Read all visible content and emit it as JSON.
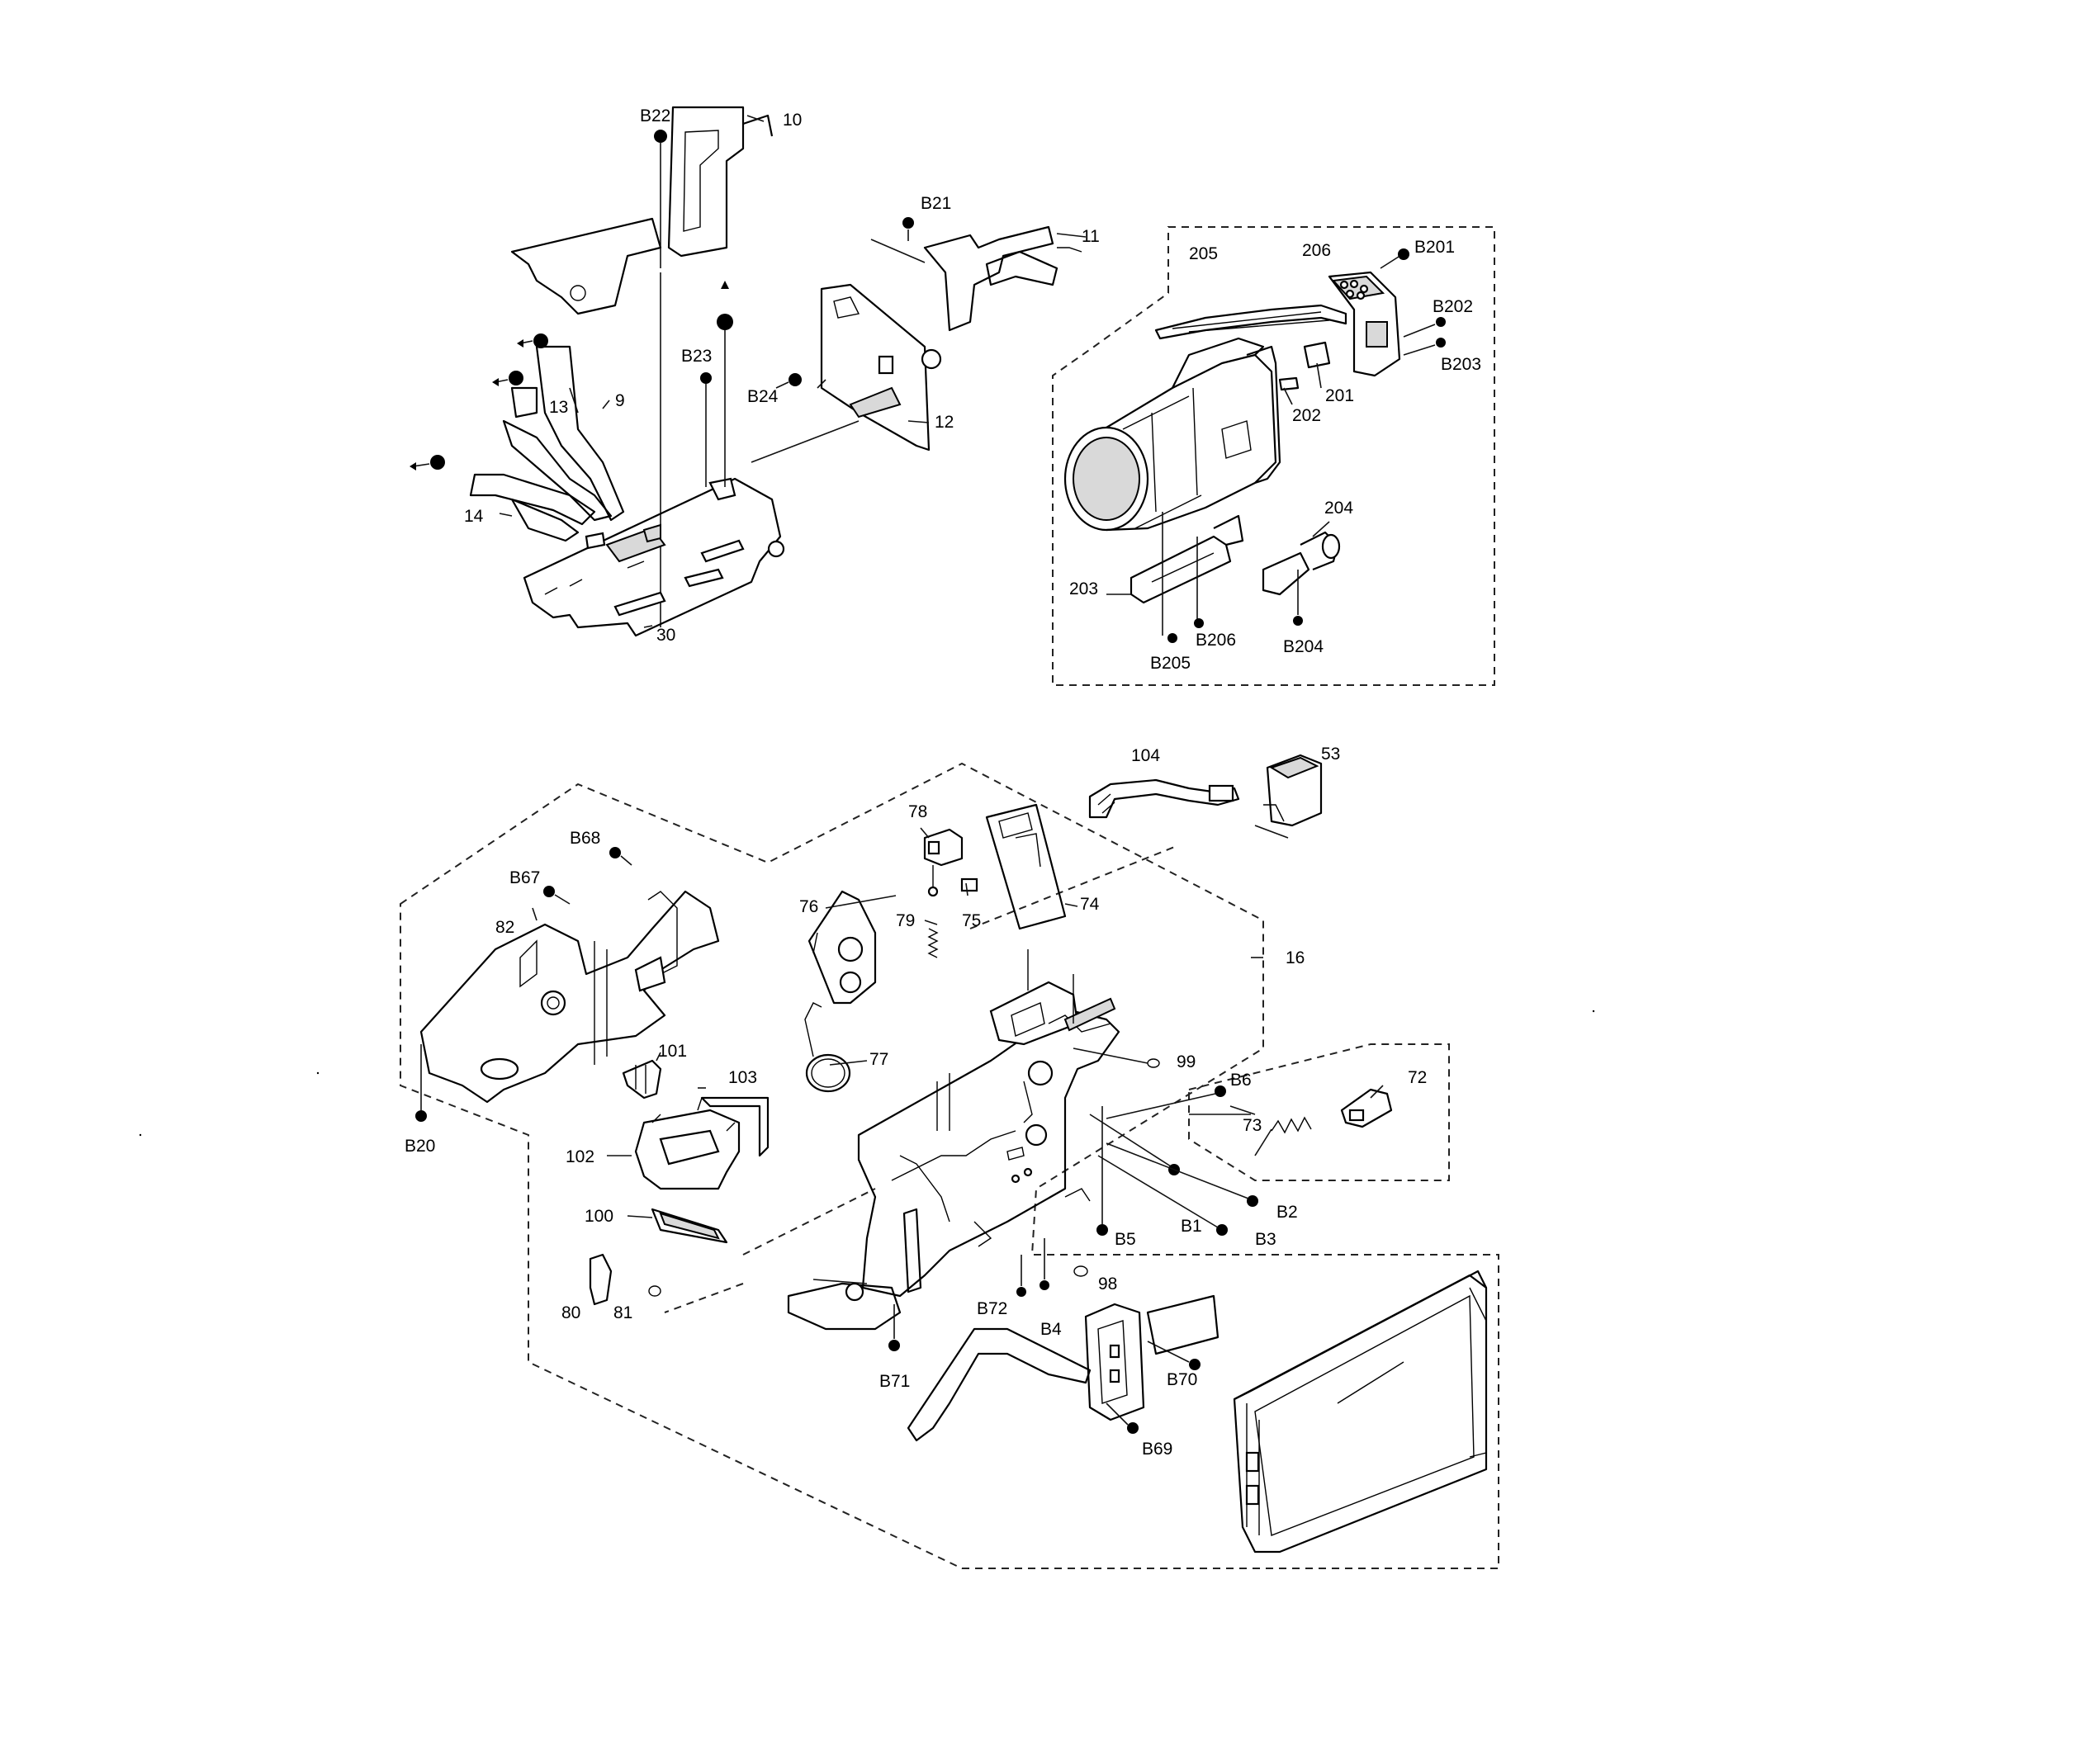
{
  "labels": {
    "B22": "B22",
    "n10": "10",
    "B21": "B21",
    "n11": "11",
    "n205": "205",
    "n206": "206",
    "B201": "B201",
    "B202": "B202",
    "B203": "B203",
    "n201": "201",
    "n202": "202",
    "n204": "204",
    "n203": "203",
    "B205": "B205",
    "B206": "B206",
    "B204": "B204",
    "B23": "B23",
    "B24": "B24",
    "n12": "12",
    "n13": "13",
    "n9": "9",
    "n14": "14",
    "n30": "30",
    "n104": "104",
    "n53": "53",
    "n78": "78",
    "B68": "B68",
    "B67": "B67",
    "n82": "82",
    "n74": "74",
    "n75": "75",
    "n76": "76",
    "n79": "79",
    "n16": "16",
    "n77": "77",
    "n99": "99",
    "n101": "101",
    "n103": "103",
    "B6": "B6",
    "n72": "72",
    "n73": "73",
    "B20": "B20",
    "n102": "102",
    "n100": "100",
    "B1": "B1",
    "B2": "B2",
    "B3": "B3",
    "B5": "B5",
    "n98": "98",
    "n80": "80",
    "n81": "81",
    "B72": "B72",
    "B4": "B4",
    "B70": "B70",
    "B71": "B71",
    "B69": "B69"
  },
  "colors": {
    "line": "#000000",
    "background": "#ffffff"
  },
  "icons": [
    "screw-icon",
    "ribbon-cable-icon",
    "lens-barrel-icon",
    "circuit-board-icon"
  ]
}
